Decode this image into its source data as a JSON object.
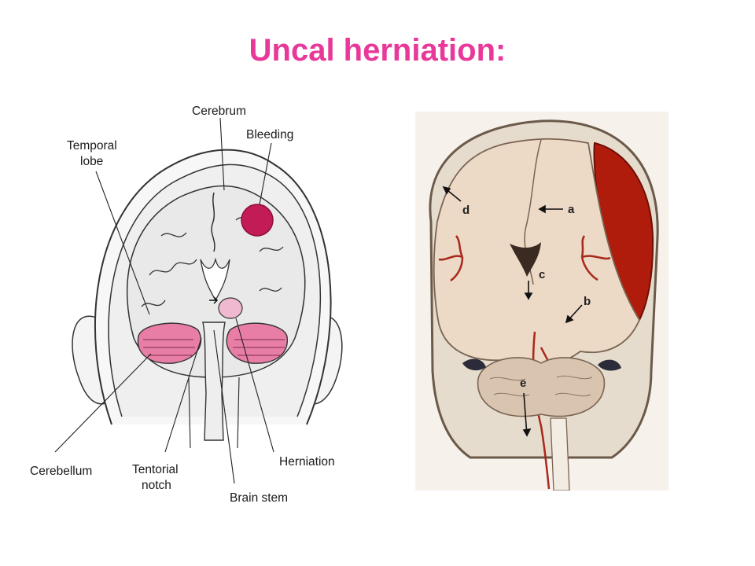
{
  "title": "Uncal herniation:",
  "left_figure": {
    "labels": {
      "cerebrum": "Cerebrum",
      "bleeding": "Bleeding",
      "temporal_lobe_line1": "Temporal",
      "temporal_lobe_line2": "lobe",
      "cerebellum": "Cerebellum",
      "tentorial_notch_line1": "Tentorial",
      "tentorial_notch_line2": "notch",
      "brain_stem": "Brain stem",
      "herniation": "Herniation"
    }
  },
  "right_figure": {
    "labels": {
      "a": "a",
      "b": "b",
      "c": "c",
      "d": "d",
      "e": "e"
    }
  },
  "colors": {
    "title": "#e8389a",
    "cerebellum_pink": "#e87ea6",
    "bleeding": "#c21b55",
    "hematoma": "#b01c0c",
    "brain_tan": "#ecd9c6",
    "vessel": "#a8281c"
  }
}
